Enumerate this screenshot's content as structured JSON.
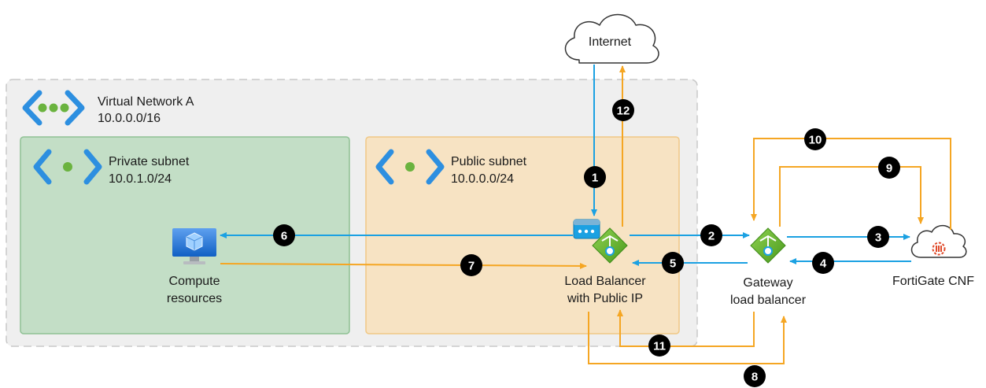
{
  "colors": {
    "vnet_fill": "#efefef",
    "vnet_border": "#c8c8c8",
    "private_fill": "#c3dec6",
    "private_border": "#8fc194",
    "public_fill": "#f7e3c3",
    "public_border": "#f0c886",
    "inbound_arrow": "#1ba1e2",
    "outbound_arrow": "#f5a623",
    "badge": "#000000"
  },
  "internet": {
    "label": "Internet",
    "icon": "cloud-icon"
  },
  "vnet": {
    "title": "Virtual Network A",
    "cidr": "10.0.0.0/16",
    "icon": "virtual-network-icon"
  },
  "private_subnet": {
    "title": "Private subnet",
    "cidr": "10.0.1.0/24",
    "icon": "subnet-icon"
  },
  "public_subnet": {
    "title": "Public subnet",
    "cidr": "10.0.0.0/24",
    "icon": "subnet-icon"
  },
  "compute": {
    "line1": "Compute",
    "line2": "resources",
    "icon": "virtual-machine-icon"
  },
  "load_balancer": {
    "line1": "Load Balancer",
    "line2": "with Public IP",
    "icon": "load-balancer-icon"
  },
  "gateway_lb": {
    "line1": "Gateway",
    "line2": "load balancer",
    "icon": "load-balancer-icon"
  },
  "fortigate": {
    "label": "FortiGate CNF",
    "icon": "fortigate-cloud-icon"
  },
  "steps": [
    "1",
    "2",
    "3",
    "4",
    "5",
    "6",
    "7",
    "8",
    "9",
    "10",
    "11",
    "12"
  ]
}
